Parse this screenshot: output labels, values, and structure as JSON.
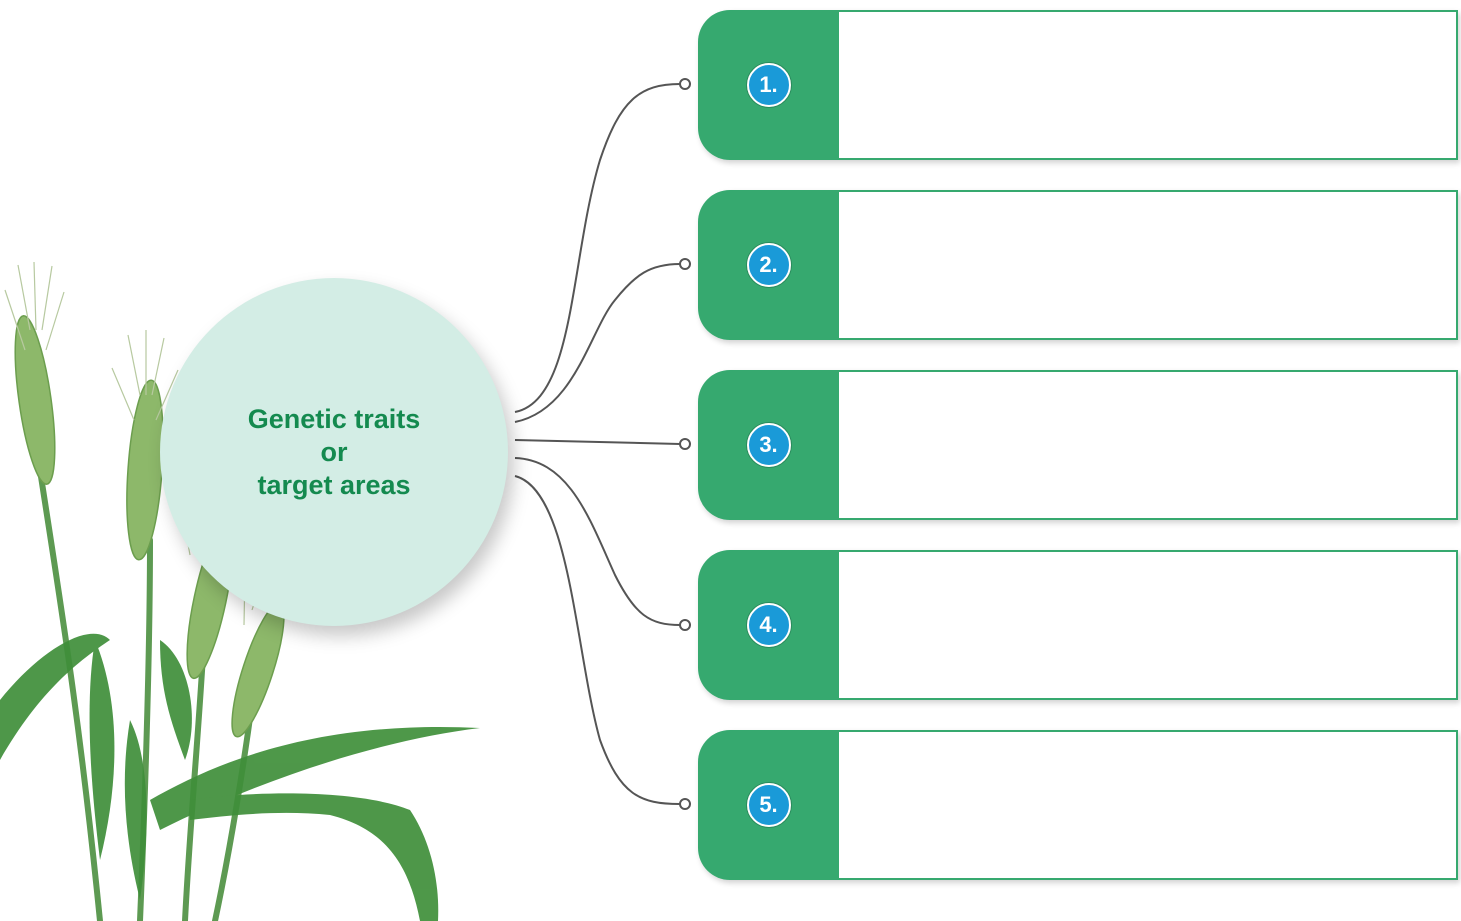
{
  "hub": {
    "lines": [
      "Genetic traits",
      "or",
      "target areas"
    ]
  },
  "items": [
    {
      "number": "1.",
      "text": ""
    },
    {
      "number": "2.",
      "text": ""
    },
    {
      "number": "3.",
      "text": ""
    },
    {
      "number": "4.",
      "text": ""
    },
    {
      "number": "5.",
      "text": ""
    }
  ],
  "colors": {
    "hub_fill": "#d3ede5",
    "hub_text": "#148a4f",
    "tab_green": "#36a96f",
    "badge_blue": "#1a9ad8",
    "connector": "#555555"
  },
  "decor": {
    "illustration": "wheat-plant-icon"
  }
}
